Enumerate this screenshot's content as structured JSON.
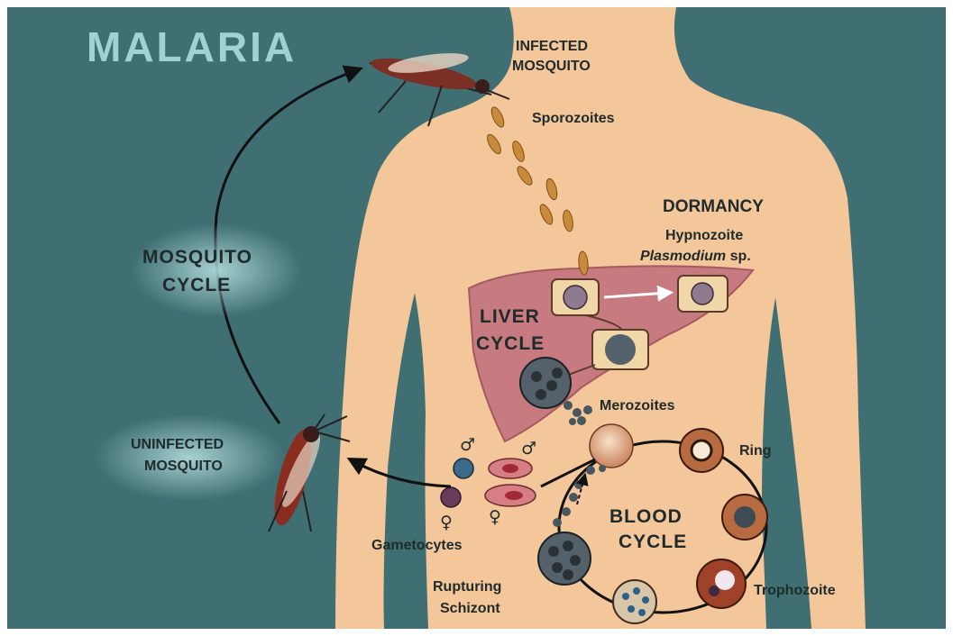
{
  "title": "MALARIA",
  "labels": {
    "infected_mosquito_1": "INFECTED",
    "infected_mosquito_2": "MOSQUITO",
    "sporozoites": "Sporozoites",
    "dormancy": "DORMANCY",
    "hypnozoite": "Hypnozoite",
    "plasmodium_italic": "Plasmodium",
    "plasmodium_sp": " sp.",
    "mosquito_cycle_1": "MOSQUITO",
    "mosquito_cycle_2": "CYCLE",
    "liver_cycle_1": "LIVER",
    "liver_cycle_2": "CYCLE",
    "merozoites": "Merozoites",
    "ring": "Ring",
    "uninfected_mosquito_1": "UNINFECTED",
    "uninfected_mosquito_2": "MOSQUITO",
    "blood_cycle_1": "BLOOD",
    "blood_cycle_2": "CYCLE",
    "gametocytes": "Gametocytes",
    "rupturing_1": "Rupturing",
    "rupturing_2": "Schizont",
    "trophozoite": "Trophozoite",
    "male_symbol": "♂",
    "female_symbol": "♀"
  },
  "colors": {
    "background": "#3f6f72",
    "body": "#f4c79a",
    "liver": "#c77a80",
    "title": "#9fd2d4",
    "text": "#1f2a2c"
  }
}
